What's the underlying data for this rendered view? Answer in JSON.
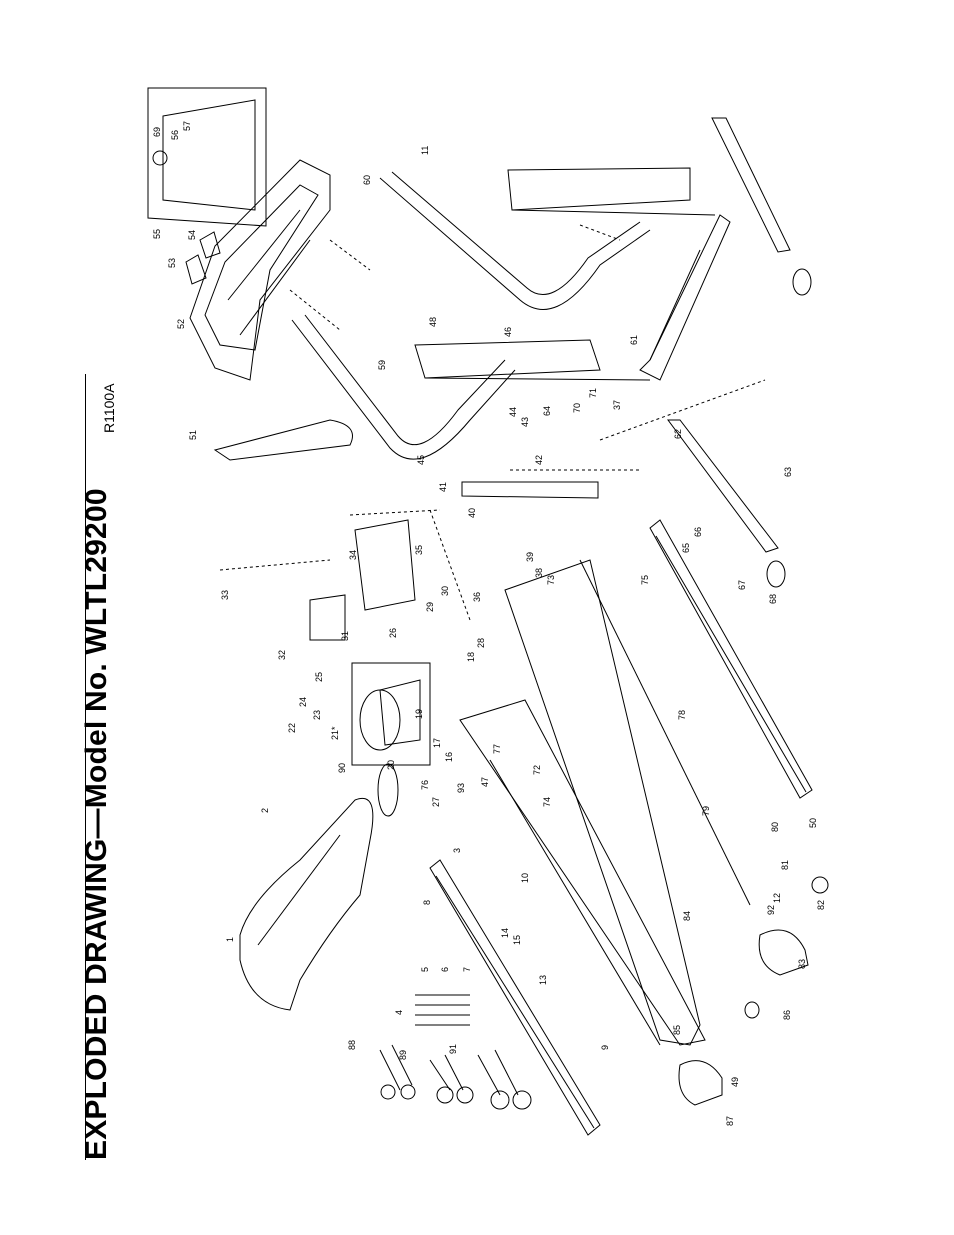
{
  "title": "EXPLODED DRAWING",
  "title_dash": "—",
  "model_label": "Model No. WLTL29200",
  "drawing_code": "R1100A",
  "callout_numbers": [
    "1",
    "2",
    "3",
    "4",
    "5",
    "6",
    "7",
    "8",
    "9",
    "10",
    "11",
    "12",
    "13",
    "14",
    "15",
    "16",
    "17",
    "18",
    "19",
    "20",
    "21*",
    "22",
    "23",
    "24",
    "25",
    "26",
    "27",
    "28",
    "29",
    "30",
    "31",
    "32",
    "33",
    "34",
    "35",
    "36",
    "37",
    "38",
    "39",
    "40",
    "41",
    "42",
    "43",
    "44",
    "45",
    "46",
    "47",
    "48",
    "49",
    "50",
    "51",
    "52",
    "53",
    "54",
    "55",
    "56",
    "57",
    "59",
    "60",
    "61",
    "62",
    "63",
    "64",
    "65",
    "66",
    "67",
    "68",
    "69",
    "70",
    "71",
    "72",
    "73",
    "74",
    "75",
    "76",
    "77",
    "78",
    "79",
    "80",
    "81",
    "82",
    "83",
    "84",
    "85",
    "86",
    "87",
    "88",
    "89",
    "90",
    "91",
    "92",
    "93"
  ],
  "colors": {
    "ink": "#000000",
    "paper": "#ffffff"
  }
}
